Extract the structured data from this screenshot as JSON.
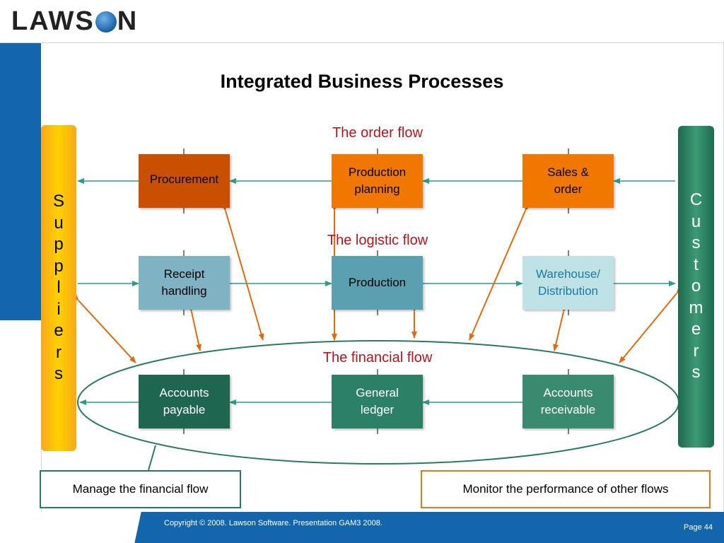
{
  "logo": {
    "before": "LAWS",
    "after": "N"
  },
  "title": "Integrated Business Processes",
  "flows": {
    "order": "The order flow",
    "logistic": "The logistic flow",
    "financial": "The financial flow"
  },
  "suppliers_letters": [
    "S",
    "u",
    "p",
    "p",
    "l",
    "i",
    "e",
    "r",
    "s"
  ],
  "customers_letters": [
    "C",
    "u",
    "s",
    "t",
    "o",
    "m",
    "e",
    "r",
    "s"
  ],
  "boxes": {
    "procurement": "Procurement",
    "production_planning": "Production planning",
    "sales_order": "Sales & order",
    "receipt_handling": "Receipt handling",
    "production": "Production",
    "warehouse": "Warehouse/ Distribution",
    "accounts_payable": "Accounts payable",
    "general_ledger": "General ledger",
    "accounts_receivable": "Accounts receivable"
  },
  "callouts": {
    "left": "Manage the financial flow",
    "right": "Monitor the performance of other flows"
  },
  "footer": {
    "copyright": "Copyright © 2008.  Lawson Software.  Presentation GAM3 2008.",
    "page": "Page 44"
  },
  "colors": {
    "order_boxes": "#c85000",
    "order_boxes_light": "#f07800",
    "logistic_boxes": "#7fb2c2",
    "logistic_mid": "#5aa0b0",
    "warehouse_box": "#bfe2e6",
    "financial_dark": "#1f6650",
    "financial_mid": "#2c8066",
    "flow_title": "#b3141e",
    "arrow_teal": "#2a9a8a",
    "arrow_orange": "#e06a10"
  }
}
